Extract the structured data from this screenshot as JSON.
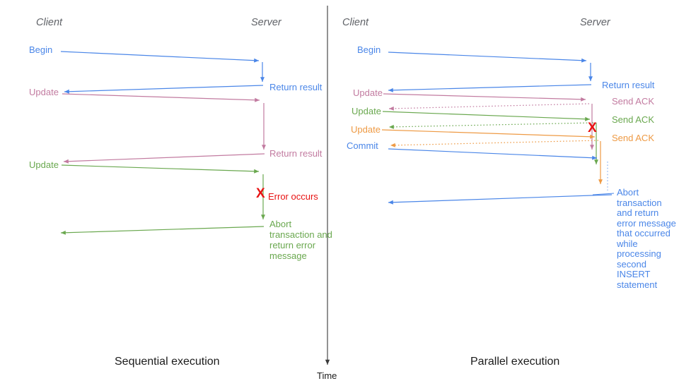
{
  "axis": {
    "label": "Time"
  },
  "colors": {
    "blue": "#4a86e8",
    "light_blue": "#8ab0f0",
    "pink": "#c27ba0",
    "green": "#6aa84f",
    "orange": "#ee9a44",
    "red": "#e81212",
    "axis_line": "#3a3a3a"
  },
  "left": {
    "title": "Sequential execution",
    "client_header": "Client",
    "server_header": "Server",
    "begin": "Begin",
    "return_result_1": "Return result",
    "update_1": "Update",
    "return_result_2": "Return result",
    "update_2": "Update",
    "error_mark": "X",
    "error_label": "Error occurs",
    "abort_text": "Abort transaction and return error message"
  },
  "right": {
    "title": "Parallel execution",
    "client_header": "Client",
    "server_header": "Server",
    "begin": "Begin",
    "return_result": "Return result",
    "update_1": "Update",
    "send_ack_1": "Send ACK",
    "update_2": "Update",
    "send_ack_2": "Send ACK",
    "update_3": "Update",
    "send_ack_3": "Send ACK",
    "commit": "Commit",
    "error_mark": "X",
    "abort_text": "Abort transaction and return error message that occurred while processing second INSERT statement"
  }
}
